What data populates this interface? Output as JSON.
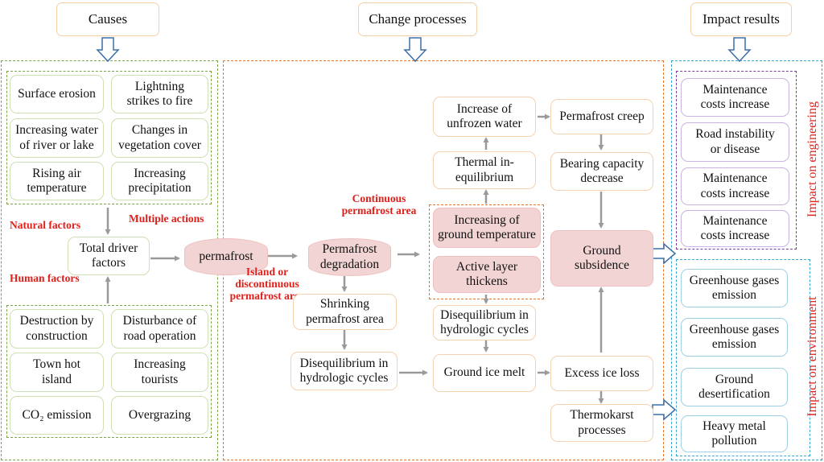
{
  "headers": {
    "causes": "Causes",
    "change_processes": "Change processes",
    "impact_results": "Impact results"
  },
  "causes": {
    "natural": [
      "Surface erosion",
      "Lightning\nstrikes to fire",
      "Increasing water\nof river or lake",
      "Changes in\nvegetation cover",
      "Rising air\ntemperature",
      "Increasing\nprecipitation"
    ],
    "natural_label": "Natural factors",
    "human_label": "Human factors",
    "total": "Total driver\nfactors",
    "multiple_actions": "Multiple actions",
    "human": [
      "Destruction by\nconstruction",
      "Disturbance of\nroad operation",
      "Town hot\nisland",
      "Increasing\ntourists",
      "CO₂ emission",
      "Overgrazing"
    ]
  },
  "processes": {
    "permafrost": "permafrost",
    "island_label": "Island or\ndiscontinuous\npermafrost area",
    "continuous_label": "Continuous\npermafrost area",
    "degradation": "Permafrost\ndegradation",
    "shrinking": "Shrinking\npermafrost area",
    "diseq_left": "Disequilibrium in\nhydrologic cycles",
    "ground_ice_melt": "Ground ice melt",
    "excess_ice_loss": "Excess ice loss",
    "thermokarst": "Thermokarst\nprocesses",
    "increase_unfrozen": "Increase of\nunfrozen water",
    "thermal": "Thermal in-\nequilibrium",
    "increasing_ground_temp": "Increasing of\nground temperature",
    "active_layer": "Active layer\nthickens",
    "diseq_mid": "Disequilibrium in\nhydrologic cycles",
    "creep": "Permafrost creep",
    "bearing": "Bearing capacity\ndecrease",
    "subsidence": "Ground\nsubsidence"
  },
  "impacts": {
    "engineering_label": "Impact on engineering",
    "engineering": [
      "Maintenance\ncosts increase",
      "Road instability\nor disease",
      "Maintenance\ncosts increase",
      "Maintenance\ncosts increase"
    ],
    "environment_label": "Impact on environment",
    "environment": [
      "Greenhouse gases\nemission",
      "Greenhouse gases\nemission",
      "Ground\ndesertification",
      "Heavy metal\npollution"
    ]
  },
  "colors": {
    "green_dash": "#7ea34a",
    "orange_dash": "#e8742a",
    "blue_dash": "#3aa6cf",
    "purple_dash": "#7b3f9e",
    "arrow_gray": "#9a9a9a",
    "hollow_arrow": "#3c6ea8",
    "red_text": "#e0201b",
    "pink_fill": "#f2d4d4"
  }
}
